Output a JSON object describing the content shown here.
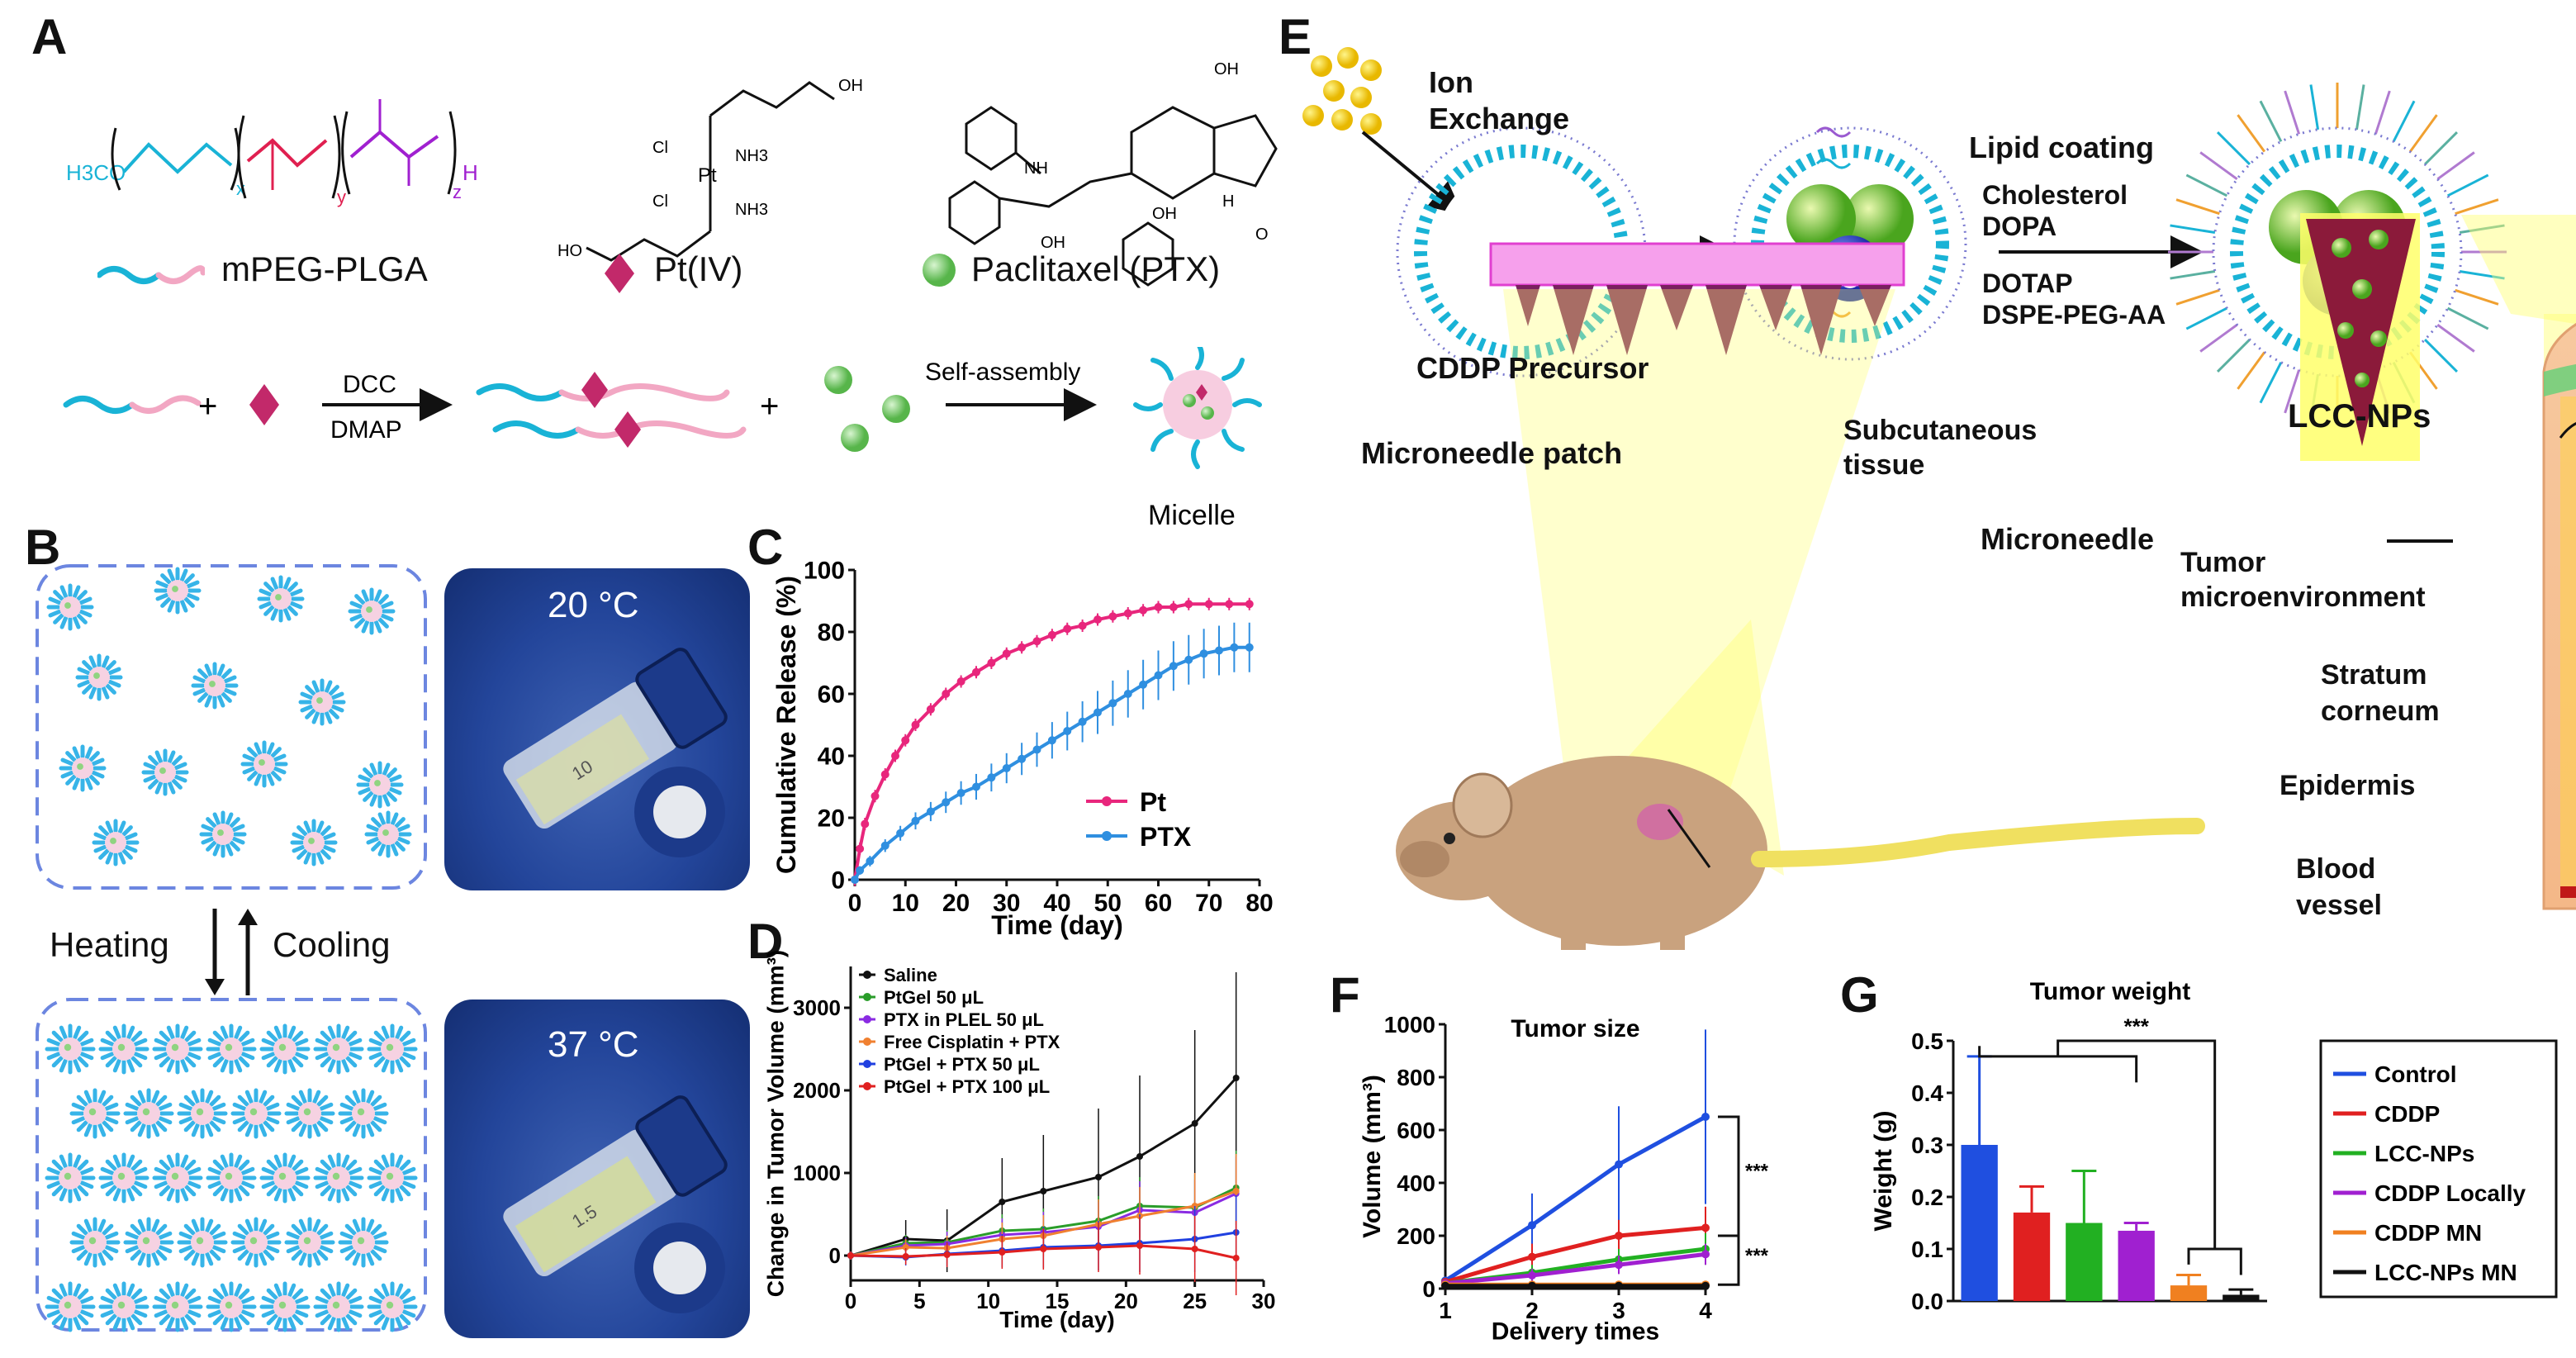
{
  "panels": {
    "A": "A",
    "B": "B",
    "C": "C",
    "D": "D",
    "E": "E",
    "F": "F",
    "G": "G"
  },
  "panelA": {
    "chem": {
      "methoxy": "H3CO",
      "x": "x",
      "y": "y",
      "z": "z",
      "h": "H",
      "cl1": "Cl",
      "cl2": "Cl",
      "pt": "Pt",
      "nh3a": "NH3",
      "nh3b": "NH3",
      "oh1": "OH",
      "ho": "HO",
      "nh": "NH",
      "oh2": "OH",
      "oh3": "OH",
      "oh4": "OH",
      "o": "O",
      "h2": "H"
    },
    "legend": {
      "polymer": "mPEG-PLGA",
      "pt": "Pt(IV)",
      "ptx": "Paclitaxel (PTX)"
    },
    "reaction": {
      "plus1": "+",
      "plus2": "+",
      "reagent_top": "DCC",
      "reagent_bottom": "DMAP",
      "step": "Self-assembly",
      "product": "Micelle"
    }
  },
  "panelB": {
    "photo_top": "20 °C",
    "photo_bottom": "37 °C",
    "heating": "Heating",
    "cooling": "Cooling",
    "vial_marks": [
      "10",
      "1.5"
    ]
  },
  "panelC": {
    "chart_data": {
      "type": "line",
      "xlabel": "Time (day)",
      "ylabel": "Cumulative Release (%)",
      "xlim": [
        0,
        80
      ],
      "ylim": [
        0,
        100
      ],
      "xticks": [
        "0",
        "10",
        "20",
        "30",
        "40",
        "50",
        "60",
        "70",
        "80"
      ],
      "yticks": [
        "0",
        "20",
        "40",
        "60",
        "80",
        "100"
      ],
      "legend": "bottom-right",
      "colors": {
        "Pt": "#e8267c",
        "PTX": "#2f8fe0"
      },
      "series": [
        {
          "name": "Pt",
          "x": [
            0,
            1,
            2,
            4,
            6,
            8,
            10,
            12,
            15,
            18,
            21,
            24,
            27,
            30,
            33,
            36,
            39,
            42,
            45,
            48,
            51,
            54,
            57,
            60,
            63,
            66,
            70,
            74,
            78
          ],
          "y": [
            0,
            10,
            18,
            27,
            34,
            40,
            45,
            50,
            55,
            60,
            64,
            67,
            70,
            73,
            75,
            77,
            79,
            81,
            82,
            84,
            85,
            86,
            87,
            88,
            88,
            89,
            89,
            89,
            89
          ]
        },
        {
          "name": "PTX",
          "x": [
            0,
            1,
            3,
            6,
            9,
            12,
            15,
            18,
            21,
            24,
            27,
            30,
            33,
            36,
            39,
            42,
            45,
            48,
            51,
            54,
            57,
            60,
            63,
            66,
            69,
            72,
            75,
            78
          ],
          "y": [
            0,
            3,
            6,
            11,
            15,
            19,
            22,
            25,
            28,
            30,
            33,
            36,
            39,
            42,
            45,
            48,
            51,
            54,
            57,
            60,
            63,
            66,
            69,
            71,
            73,
            74,
            75,
            75
          ]
        }
      ]
    }
  },
  "panelD": {
    "chart_data": {
      "type": "line",
      "xlabel": "Time (day)",
      "ylabel": "Change in Tumor Volume (mm³)",
      "xlim": [
        0,
        30
      ],
      "ylim": [
        -300,
        3500
      ],
      "xticks": [
        "0",
        "5",
        "10",
        "15",
        "20",
        "25",
        "30"
      ],
      "yticks": [
        "0",
        "1000",
        "2000",
        "3000"
      ],
      "legend": "top-left",
      "x": [
        0,
        4,
        7,
        11,
        14,
        18,
        21,
        25,
        28
      ],
      "series": [
        {
          "name": "Saline",
          "color": "#111111",
          "values": [
            0,
            200,
            180,
            650,
            780,
            950,
            1200,
            1600,
            2150
          ]
        },
        {
          "name": "PtGel 50 μL",
          "color": "#2a9d2a",
          "values": [
            0,
            150,
            160,
            300,
            320,
            420,
            600,
            580,
            820
          ]
        },
        {
          "name": "PTX in PLEL 50 μL",
          "color": "#8a2be2",
          "values": [
            0,
            120,
            140,
            250,
            280,
            350,
            550,
            520,
            750
          ]
        },
        {
          "name": "Free Cisplatin + PTX",
          "color": "#f08030",
          "values": [
            0,
            100,
            90,
            200,
            240,
            380,
            480,
            600,
            780
          ]
        },
        {
          "name": "PtGel + PTX 50 μL",
          "color": "#2040e0",
          "values": [
            0,
            -20,
            20,
            60,
            100,
            120,
            150,
            200,
            280
          ]
        },
        {
          "name": "PtGel + PTX 100 μL",
          "color": "#e02020",
          "values": [
            0,
            -10,
            10,
            40,
            80,
            100,
            120,
            80,
            -30
          ]
        }
      ]
    }
  },
  "panelE": {
    "ion_exchange": "Ion\nExchange",
    "precursor": "CDDP Precursor",
    "lipid_coating": "Lipid coating",
    "lipids": [
      "Cholesterol",
      "DOPA",
      "DOTAP",
      "DSPE-PEG-AA"
    ],
    "product": "LCC-NPs",
    "patch": "Microneedle patch",
    "microneedle": "Microneedle",
    "tumor_micro": "Tumor\nmicroenvironment",
    "stratum": "Stratum\ncorneum",
    "epidermis": "Epidermis",
    "subcutaneous": "Subcutaneous\ntissue",
    "blood": "Blood\nvessel"
  },
  "panelF": {
    "chart_data": {
      "type": "line",
      "title": "Tumor size",
      "xlabel": "Delivery times",
      "ylabel": "Volume (mm³)",
      "xlim": [
        1,
        4
      ],
      "ylim": [
        0,
        1000
      ],
      "xticks": [
        "1",
        "2",
        "3",
        "4"
      ],
      "yticks": [
        "0",
        "200",
        "400",
        "600",
        "800",
        "1000"
      ],
      "x": [
        1,
        2,
        3,
        4
      ],
      "annotations": [
        "***",
        "***"
      ],
      "series": [
        {
          "name": "Control",
          "color": "#1f4fe0",
          "values": [
            30,
            240,
            470,
            650
          ],
          "err": [
            10,
            120,
            220,
            330
          ]
        },
        {
          "name": "CDDP",
          "color": "#e02020",
          "values": [
            25,
            120,
            200,
            230
          ],
          "err": [
            10,
            50,
            60,
            80
          ]
        },
        {
          "name": "LCC-NPs",
          "color": "#22b022",
          "values": [
            20,
            60,
            110,
            150
          ],
          "err": [
            8,
            30,
            40,
            60
          ]
        },
        {
          "name": "CDDP Locally",
          "color": "#a020d0",
          "values": [
            20,
            50,
            90,
            130
          ],
          "err": [
            8,
            25,
            35,
            40
          ]
        },
        {
          "name": "CDDP MN",
          "color": "#f08020",
          "values": [
            15,
            15,
            15,
            15
          ],
          "err": [
            5,
            5,
            5,
            5
          ]
        },
        {
          "name": "LCC-NPs MN",
          "color": "#111111",
          "values": [
            10,
            10,
            10,
            10
          ],
          "err": [
            5,
            5,
            5,
            5
          ]
        }
      ]
    }
  },
  "panelG": {
    "chart_data": {
      "type": "bar",
      "title": "Tumor weight",
      "ylabel": "Weight (g)",
      "ylim": [
        0,
        0.5
      ],
      "yticks": [
        "0.0",
        "0.1",
        "0.2",
        "0.3",
        "0.4",
        "0.5"
      ],
      "annotation": "***",
      "categories": [
        "Control",
        "CDDP",
        "LCC-NPs",
        "CDDP Locally",
        "CDDP MN",
        "LCC-NPs MN"
      ],
      "values": [
        0.3,
        0.17,
        0.15,
        0.135,
        0.03,
        0.012
      ],
      "errors": [
        0.17,
        0.05,
        0.1,
        0.015,
        0.02,
        0.01
      ],
      "colors": [
        "#1f4fe0",
        "#e02020",
        "#22b022",
        "#a020d0",
        "#f08020",
        "#111111"
      ]
    }
  }
}
